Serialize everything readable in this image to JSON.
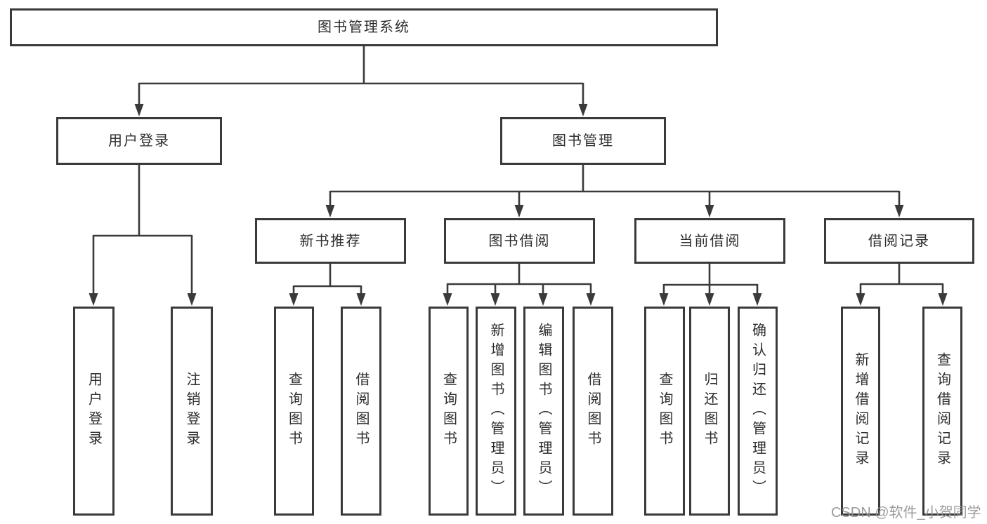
{
  "tree": {
    "label": "图书管理系统",
    "children": [
      {
        "label": "用户登录",
        "children": [
          {
            "label": "用户登录"
          },
          {
            "label": "注销登录"
          }
        ]
      },
      {
        "label": "图书管理",
        "children": [
          {
            "label": "新书推荐",
            "children": [
              {
                "label": "查询图书"
              },
              {
                "label": "借阅图书"
              }
            ]
          },
          {
            "label": "图书借阅",
            "children": [
              {
                "label": "查询图书"
              },
              {
                "label": "新增图书（管理员）"
              },
              {
                "label": "编辑图书（管理员）"
              },
              {
                "label": "借阅图书"
              }
            ]
          },
          {
            "label": "当前借阅",
            "children": [
              {
                "label": "查询图书"
              },
              {
                "label": "归还图书"
              },
              {
                "label": "确认归还（管理员）"
              }
            ]
          },
          {
            "label": "借阅记录",
            "children": [
              {
                "label": "新增借阅记录"
              },
              {
                "label": "查询借阅记录"
              }
            ]
          }
        ]
      }
    ]
  },
  "watermark": "CSDN @软件_小贺同学",
  "colors": {
    "line": "#3a3a3a",
    "box_border": "#3a3a3a",
    "box_fill": "#ffffff",
    "text": "#2d2d2d",
    "watermark": "#949494",
    "background": "#ffffff"
  }
}
